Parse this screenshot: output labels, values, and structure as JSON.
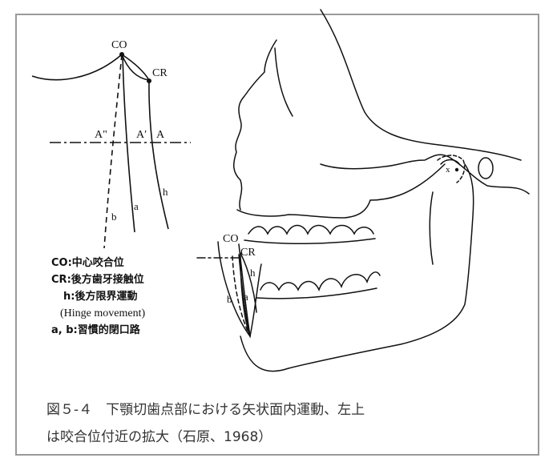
{
  "inset": {
    "labels": {
      "co": "CO",
      "cr": "CR",
      "a2": "A\"",
      "a1": "A′",
      "a": "A",
      "path_a": "a",
      "path_b": "b",
      "path_h": "h"
    }
  },
  "skull": {
    "labels": {
      "co": "CO",
      "cr": "CR",
      "h": "h",
      "b": "b",
      "a": "a",
      "condyle": "x"
    }
  },
  "legend": [
    {
      "key": "CO",
      "sep": ":",
      "text": "中心咬合位"
    },
    {
      "key": "CR",
      "sep": ":",
      "text": "後方歯牙接触位"
    },
    {
      "key": "h",
      "sep": ":",
      "text": "後方限界運動"
    },
    {
      "key": "",
      "sep": "",
      "text": "(Hinge movement)"
    },
    {
      "key": "a, b",
      "sep": ":",
      "text": "習慣的閉口路"
    }
  ],
  "caption": {
    "line1": "図５-４　下顎切歯点部における矢状面内運動、左上",
    "line2": "は咬合位付近の拡大（石原、1968）"
  }
}
